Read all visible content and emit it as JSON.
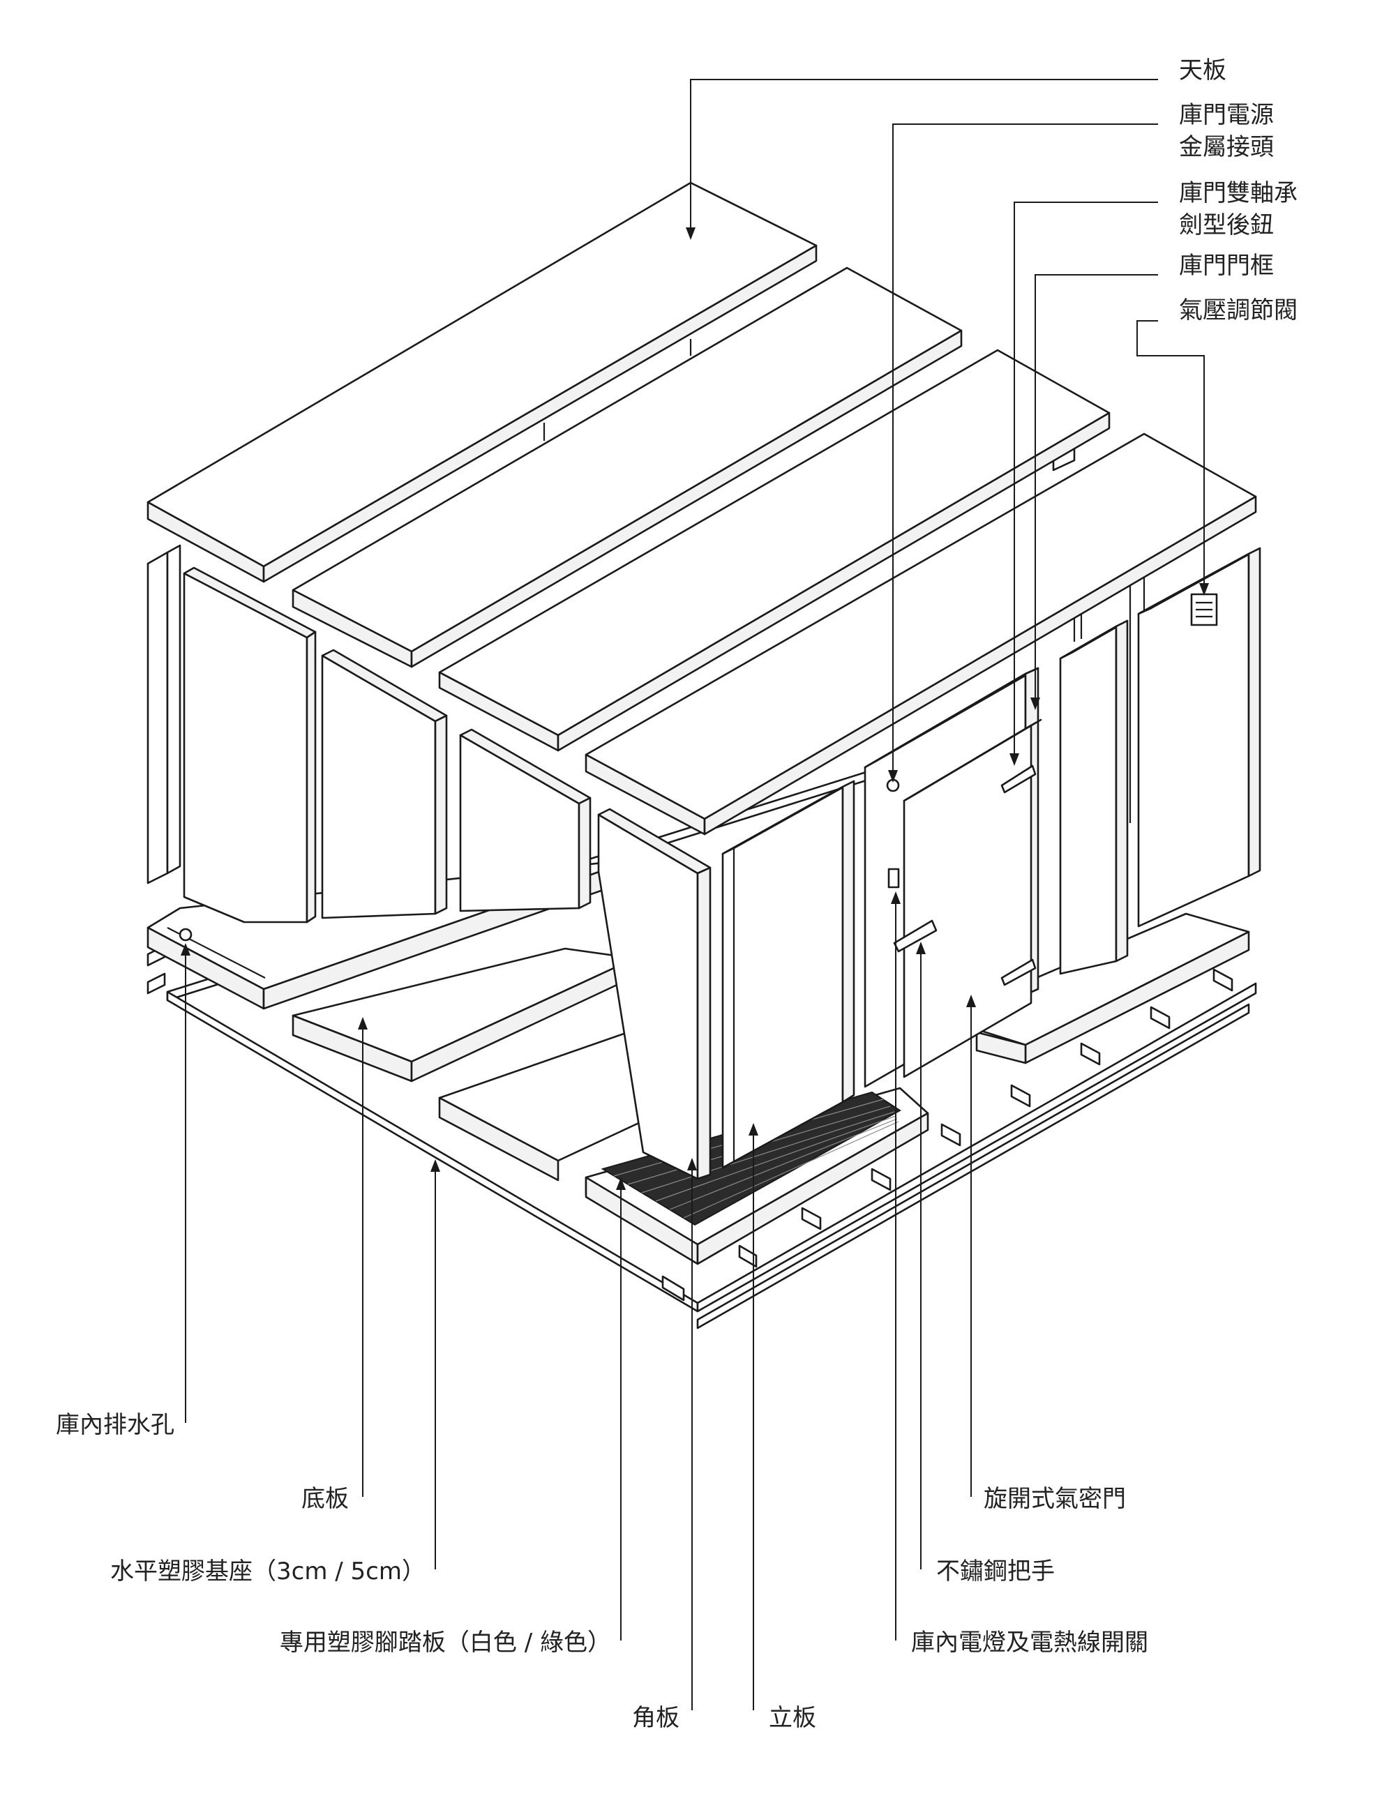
{
  "labels": {
    "ceiling_panel": "天板",
    "door_power_connector_line1": "庫門電源",
    "door_power_connector_line2": "金屬接頭",
    "door_hinge_line1": "庫門雙軸承",
    "door_hinge_line2": "劍型後鈕",
    "door_frame": "庫門門框",
    "pressure_valve": "氣壓調節閥",
    "inner_drain_hole": "庫內排水孔",
    "floor_panel": "底板",
    "plastic_base": "水平塑膠基座（3cm / 5cm）",
    "plastic_footboard": "專用塑膠腳踏板（白色 / 綠色）",
    "corner_panel": "角板",
    "wall_panel": "立板",
    "airtight_door": "旋開式氣密門",
    "steel_handle": "不鏽鋼把手",
    "light_heater_switch": "庫內電燈及電熱線開關"
  },
  "colors": {
    "line": "#1a1a1a",
    "panel_fill": "#ffffff",
    "text": "#222222",
    "grating": "#2b2b2b"
  }
}
